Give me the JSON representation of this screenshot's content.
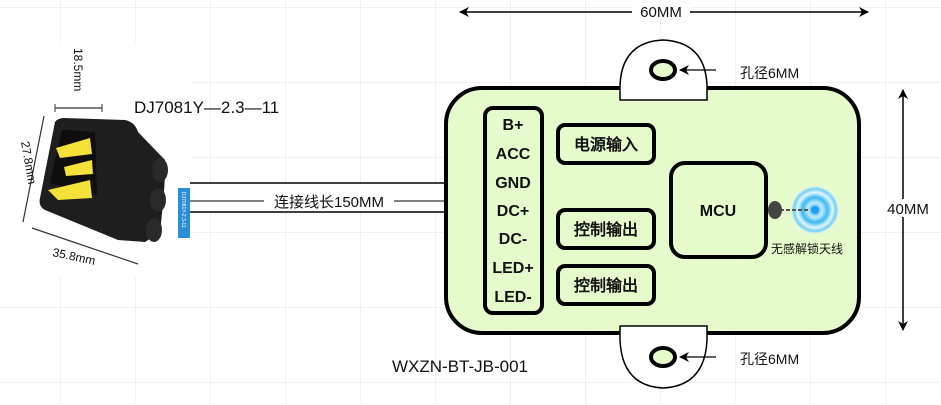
{
  "colors": {
    "board_fill": "#e6fbcc",
    "stroke": "#000000",
    "grid": "#e2e2e2",
    "pin_yellow": "#f4e23a",
    "antenna_blue": "#3ab8f0",
    "label_tag_blue": "#2a8fd6"
  },
  "title": {
    "connector_model": "DJ7081Y—2.3—11",
    "board_model": "WXZN-BT-JB-001"
  },
  "connector": {
    "tag_text": "DJ7081Y-2.3-11",
    "dims": {
      "height": "18.5mm",
      "side": "27.8mm",
      "length": "35.8mm"
    }
  },
  "cable": {
    "label": "连接线长150MM"
  },
  "dimensions": {
    "width": "60MM",
    "height": "40MM"
  },
  "holes": [
    {
      "label": "孔径6MM"
    },
    {
      "label": "孔径6MM"
    }
  ],
  "pins": [
    "B+",
    "ACC",
    "GND",
    "DC+",
    "DC-",
    "LED+",
    "LED-"
  ],
  "blocks": {
    "power_in": "电源输入",
    "control_out_1": "控制输出",
    "control_out_2": "控制输出",
    "mcu": "MCU"
  },
  "antenna": {
    "label": "无感解锁天线",
    "icon": "antenna-icon"
  }
}
